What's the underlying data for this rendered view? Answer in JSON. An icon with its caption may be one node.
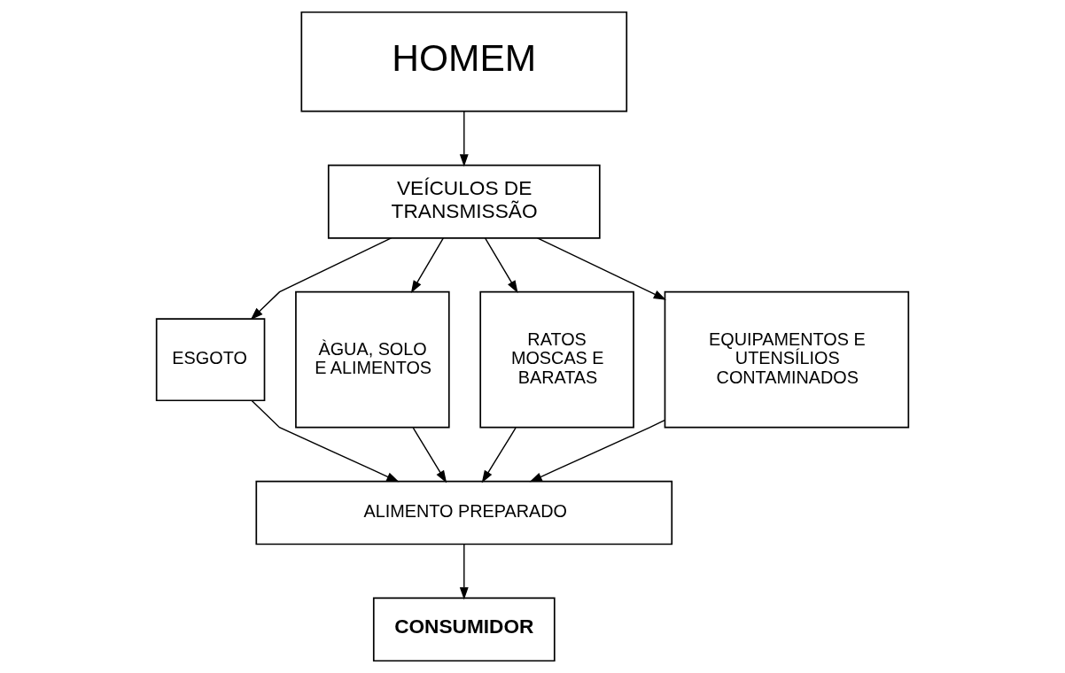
{
  "diagram": {
    "nodes": [
      {
        "text": [
          "HOMEM"
        ]
      },
      {
        "text": [
          "VEÍCULOS DE TRANSMISSÃO"
        ]
      },
      {
        "text": [
          "ESGOTO"
        ]
      },
      {
        "text": [
          "ÀGUA, SOLO E ALIMENTOS"
        ]
      },
      {
        "text": [
          "RATOS MOSCAS E BARATAS"
        ]
      },
      {
        "text": [
          "EQUIPAMENTOS E UTENSÍLIOS CONTAMINADOS"
        ]
      },
      {
        "text": [
          "ALIMENTO PREPARADO"
        ]
      },
      {
        "text": [
          "CONSUMIDOR"
        ]
      }
    ],
    "edges": [
      {
        "from": 0,
        "to": 1,
        "arrow": "to"
      },
      {
        "from": 1,
        "to": 2,
        "arrow": "to"
      },
      {
        "from": 1,
        "to": 3,
        "arrow": "to"
      },
      {
        "from": 1,
        "to": 4,
        "arrow": "to"
      },
      {
        "from": 1,
        "to": 5,
        "arrow": "to"
      },
      {
        "from": 2,
        "to": 6,
        "arrow": "to"
      },
      {
        "from": 3,
        "to": 6,
        "arrow": "to"
      },
      {
        "from": 4,
        "to": 6,
        "arrow": "to"
      },
      {
        "from": 5,
        "to": 6,
        "arrow": "to"
      },
      {
        "from": 6,
        "to": 7,
        "arrow": "to"
      }
    ]
  }
}
